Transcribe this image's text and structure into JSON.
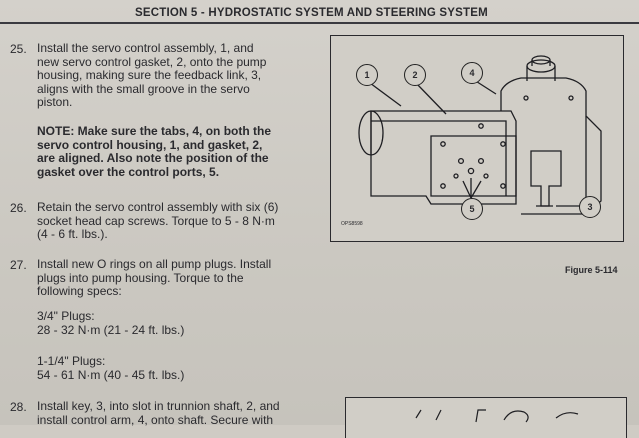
{
  "header": {
    "title": "SECTION 5 - HYDROSTATIC SYSTEM AND STEERING SYSTEM"
  },
  "steps": [
    {
      "number": "25.",
      "lines": [
        "Install the servo control assembly, 1, and",
        "new servo control gasket, 2, onto the pump",
        "housing, making sure the feedback link, 3,",
        "aligns with the small groove in the servo",
        "piston."
      ],
      "note_lines": [
        "NOTE: Make sure the tabs, 4, on both the",
        "servo control housing, 1, and gasket, 2,",
        "are aligned. Also note the position of the",
        "gasket over the control ports, 5."
      ]
    },
    {
      "number": "26.",
      "lines": [
        "Retain the servo control assembly with six (6)",
        "socket head cap screws. Torque to 5 - 8 N·m",
        "(4 - 6 ft. lbs.)."
      ]
    },
    {
      "number": "27.",
      "lines": [
        "Install new O rings on all pump plugs. Install",
        "plugs into pump housing. Torque to the",
        "following specs:"
      ],
      "specs": [
        {
          "label": "3/4\" Plugs:",
          "value": "28 - 32 N·m (21 - 24 ft. lbs.)"
        },
        {
          "label": "1-1/4\" Plugs:",
          "value": "54 - 61 N·m (40 - 45 ft. lbs.)"
        }
      ]
    },
    {
      "number": "28.",
      "lines": [
        "Install key, 3, into slot in trunnion shaft, 2, and",
        "install control arm, 4, onto shaft. Secure with"
      ]
    }
  ],
  "figure": {
    "code": "OPS8598",
    "caption": "Figure 5-114",
    "callouts": [
      "1",
      "2",
      "3",
      "4",
      "5"
    ]
  }
}
